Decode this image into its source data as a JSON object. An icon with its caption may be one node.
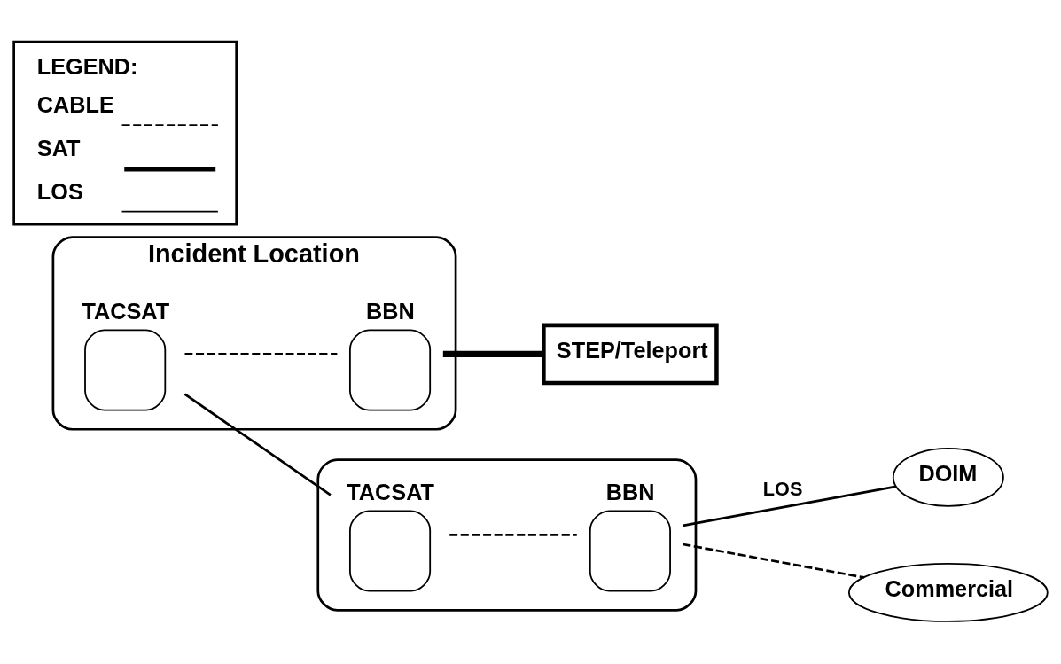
{
  "diagram": {
    "nodes": [
      {
        "text": [
          "Incident Location"
        ]
      },
      {
        "text": [
          "TACSAT"
        ],
        "in": 0
      },
      {
        "text": [
          "BBN"
        ],
        "in": 0
      },
      {
        "text": [
          "STEP/Teleport"
        ]
      },
      {
        "text": [],
        "shape": "cloud"
      },
      {
        "text": [
          "TACSAT"
        ],
        "in": 4
      },
      {
        "text": [
          "BBN"
        ],
        "in": 4
      },
      {
        "text": [
          "DOIM"
        ]
      },
      {
        "text": [
          "Commercial"
        ]
      }
    ],
    "edges": [
      {
        "from": 1,
        "to": 2,
        "arrow": "none",
        "style": "dashed"
      },
      {
        "from": 1,
        "to": 5,
        "arrow": "none"
      },
      {
        "from": 2,
        "to": 3,
        "arrow": "none",
        "style": "thick"
      },
      {
        "from": 5,
        "to": 6,
        "arrow": "none",
        "style": "dashed"
      },
      {
        "from": 6,
        "to": 7,
        "arrow": "none",
        "label": "LOS"
      },
      {
        "from": 6,
        "to": 8,
        "arrow": "none",
        "style": "dashed"
      }
    ],
    "labels": [
      "LEGEND:"
    ],
    "legend": [
      {
        "text": "CABLE"
      },
      {
        "text": "SAT"
      },
      {
        "text": "LOS"
      }
    ]
  }
}
